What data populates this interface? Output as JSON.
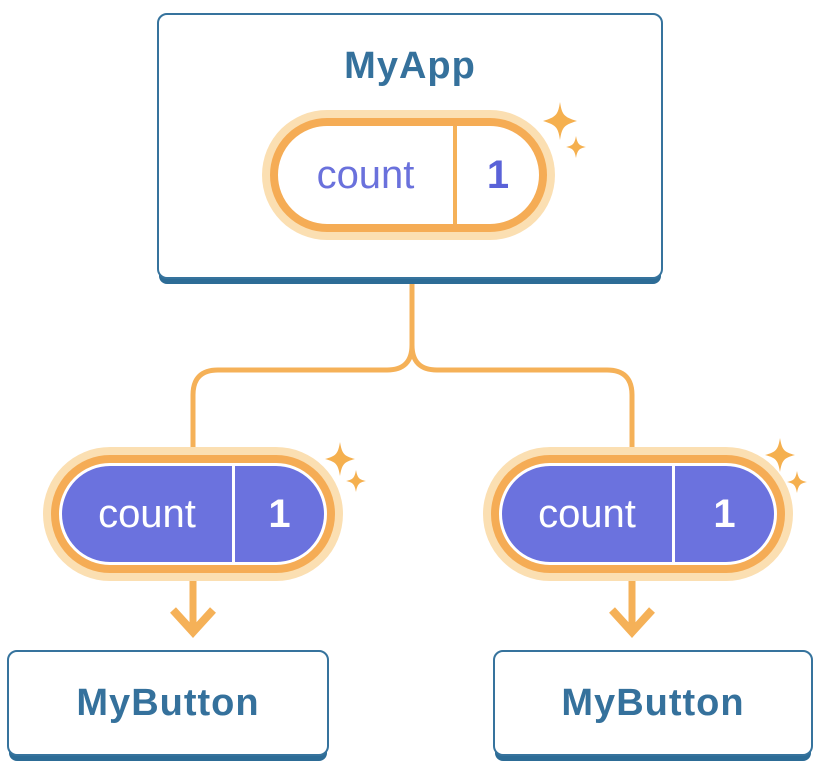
{
  "diagram": {
    "description": "Component tree with shared state lifted to the parent",
    "root": {
      "title": "MyApp",
      "state": {
        "label": "count",
        "value": "1"
      }
    },
    "children": [
      {
        "title": "MyButton",
        "state": {
          "label": "count",
          "value": "1"
        }
      },
      {
        "title": "MyButton",
        "state": {
          "label": "count",
          "value": "1"
        }
      }
    ]
  },
  "icons": {
    "sparkle": "sparkle-icon",
    "arrow_down": "arrow-down-icon"
  },
  "colors": {
    "card_border_blue": "#36739D",
    "card_shadow_blue": "#2D6C96",
    "title_blue": "#35719C",
    "pill_purple": "#6B72DE",
    "state_label_purple": "#6A71DC",
    "state_value_purple": "#5A62D8",
    "ring_orange": "#F5AC55",
    "ring_pale_orange": "#FBDFB2",
    "line_orange": "#F5B158",
    "text_white": "#FFFFFF"
  }
}
